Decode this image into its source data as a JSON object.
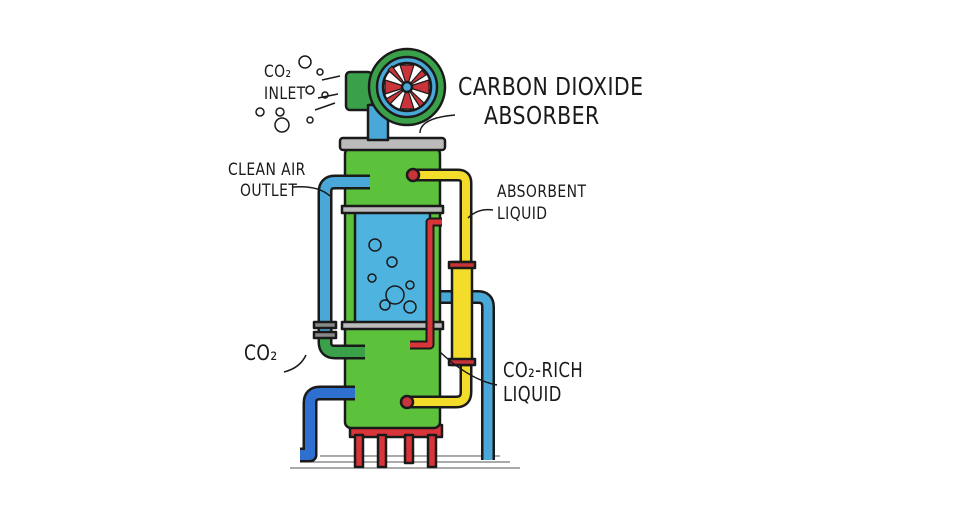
{
  "labels": {
    "co2_inlet_line1": "CO₂",
    "co2_inlet_line2": "INLET",
    "title_line1": "CARBON DIOXIDE",
    "title_line2": "ABSORBER",
    "clean_air_line1": "CLEAN AIR",
    "clean_air_line2": "OUTLET",
    "absorbent_line1": "ABSORBENT",
    "absorbent_line2": "LIQUID",
    "co2": "CO₂",
    "co2_rich_line1": "CO₂-RICH",
    "co2_rich_line2": "LIQUID"
  },
  "colors": {
    "tank": "#5cc23c",
    "liquid": "#4fb3e0",
    "pipe_blue": "#4aa8d8",
    "pipe_yellow": "#f3dc2a",
    "pipe_red": "#d9343a",
    "legs": "#d9343a"
  }
}
